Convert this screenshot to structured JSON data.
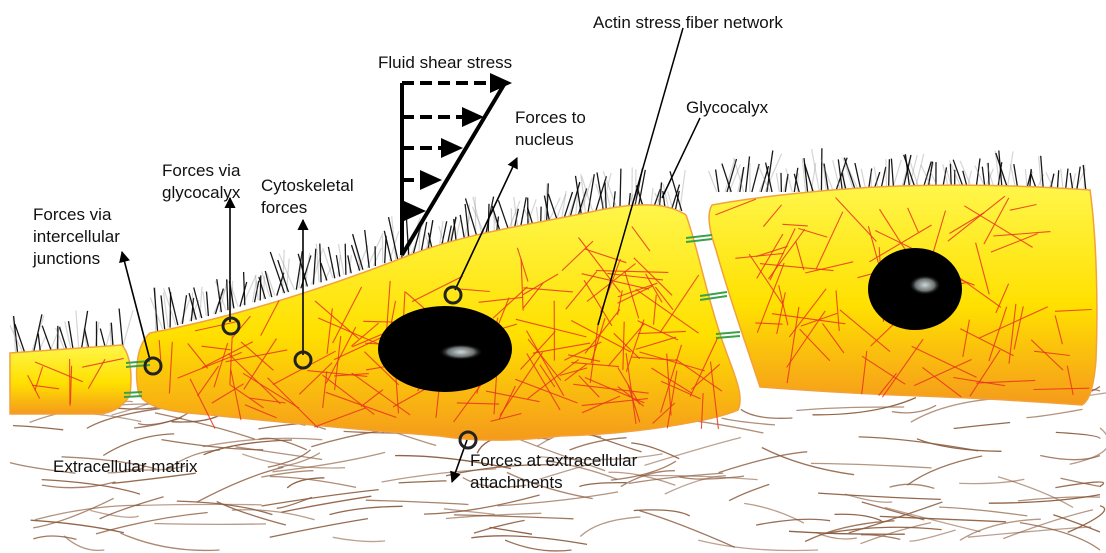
{
  "labels": {
    "actin": "Actin stress fiber network",
    "fluid": "Fluid shear stress",
    "nucleus": [
      "Forces to",
      "nucleus"
    ],
    "glycocalyx": "Glycocalyx",
    "via_glyco": [
      "Forces via",
      "glycocalyx"
    ],
    "cytoskeletal": [
      "Cytoskeletal",
      "forces"
    ],
    "intercellular": [
      "Forces via",
      "intercellular",
      "junctions"
    ],
    "ecm": "Extracellular matrix",
    "attach": [
      "Forces at extracellular",
      "attachments"
    ]
  },
  "colors": {
    "cell_fill_top": "#fff200",
    "cell_fill_bottom": "#f7a21c",
    "stress_fiber": "#e8341c",
    "nucleus": "#000000",
    "matrix_fiber": "#8a5a3c",
    "glycocalyx_hair": "#000000",
    "junction": "#3aa24a",
    "marker": "#222222"
  }
}
